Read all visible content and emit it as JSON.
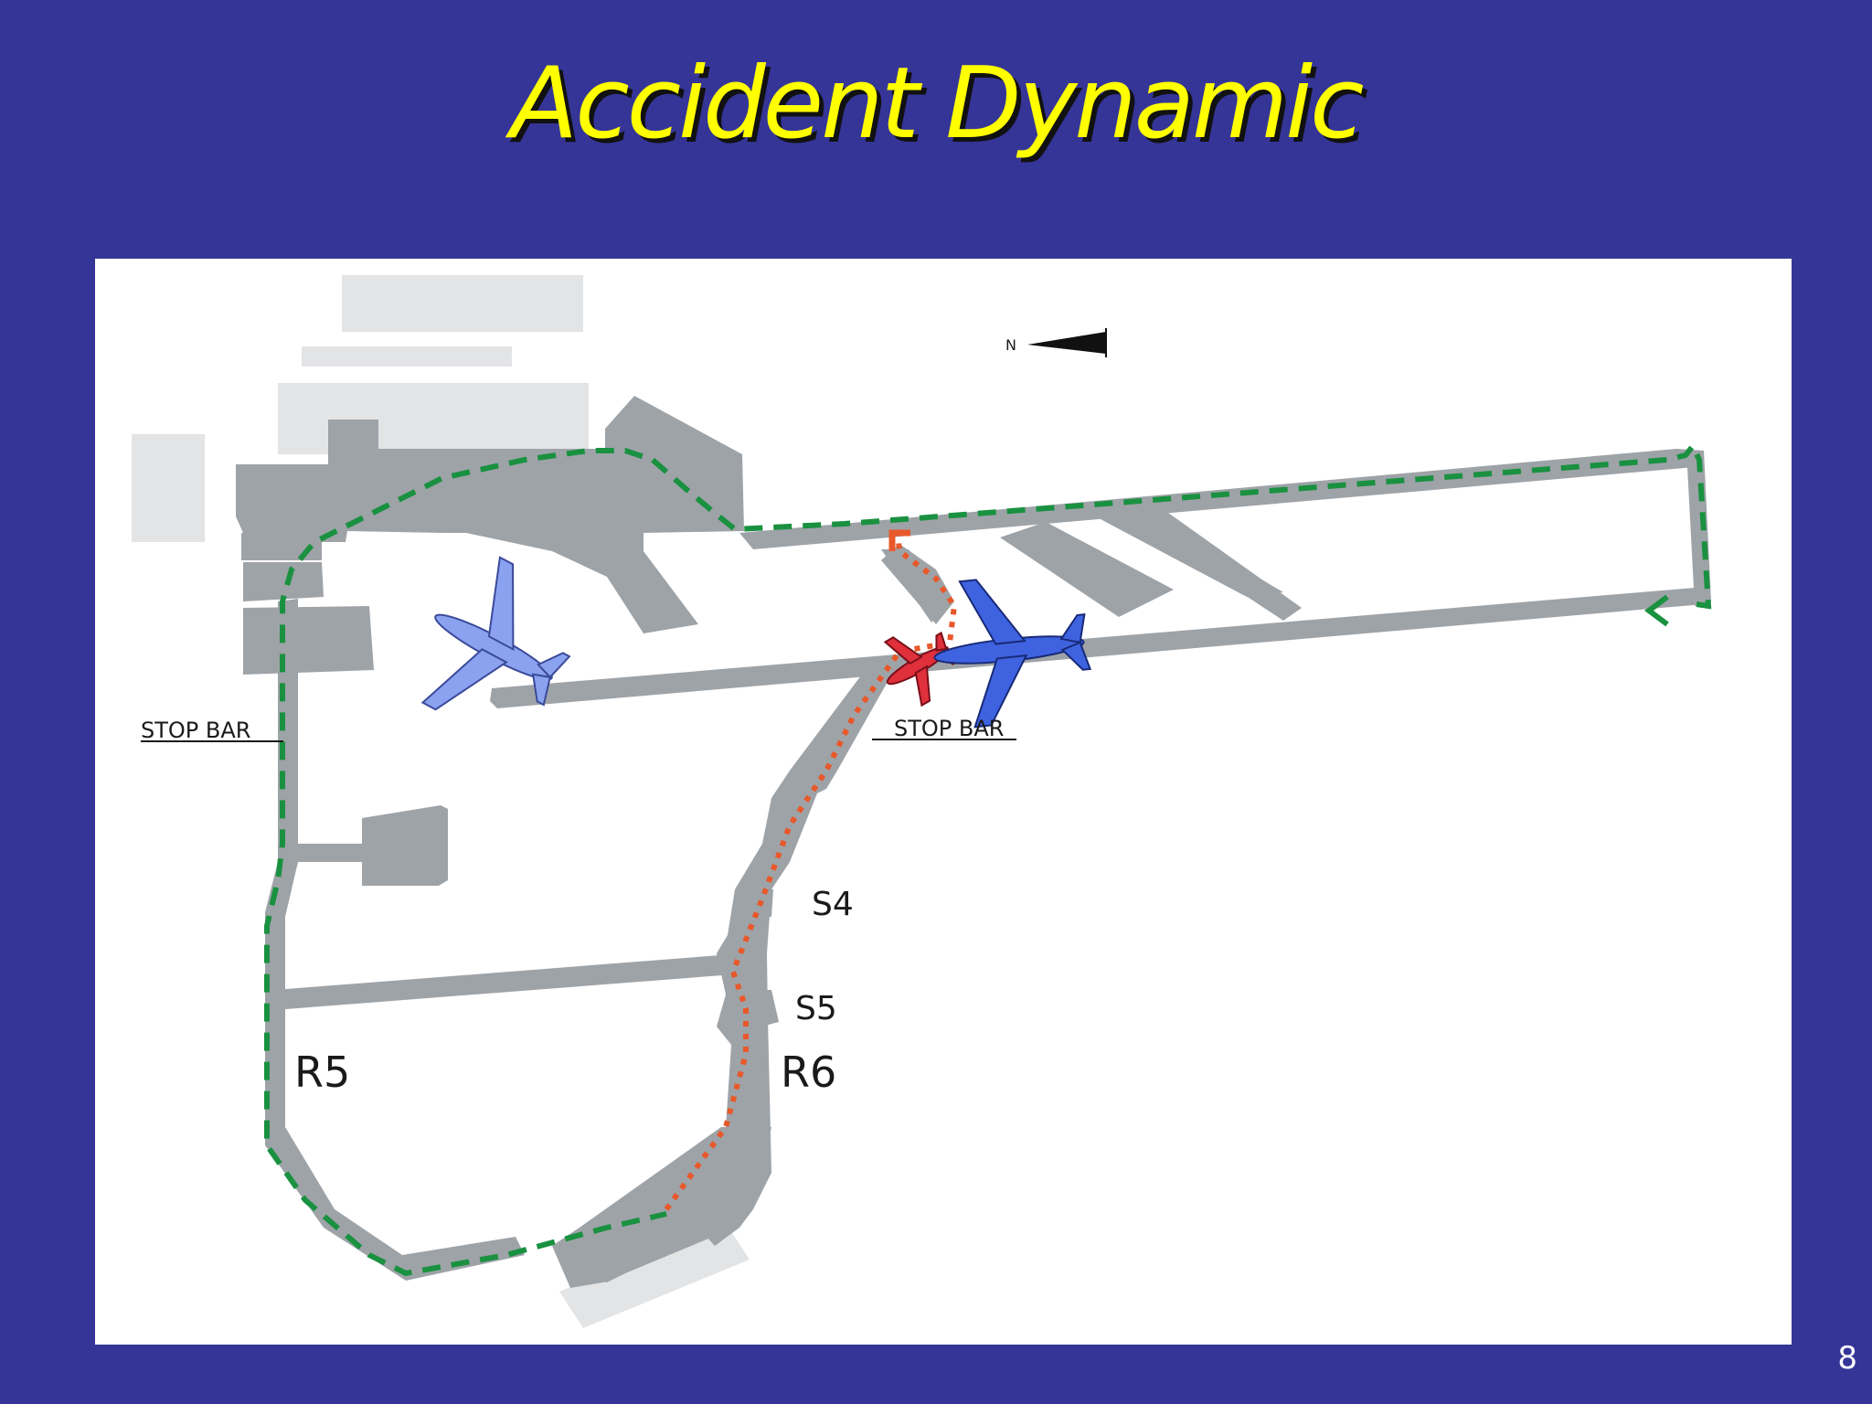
{
  "slide": {
    "title": "Accident Dynamic",
    "page_number": "8"
  },
  "map": {
    "compass_label": "N",
    "labels": {
      "stop_bar_left": "STOP BAR",
      "stop_bar_right": "STOP BAR",
      "s4": "S4",
      "s5": "S5",
      "r5": "R5",
      "r6": "R6"
    },
    "colors": {
      "taxiway": "#9ea3a8",
      "building": "#e3e4e6",
      "green_path": "#1a9140",
      "orange_path": "#e8582a",
      "red_aircraft": "#e0303c",
      "blue_aircraft": "#3f63e0",
      "light_blue_aircraft": "#8aa2f0"
    }
  }
}
